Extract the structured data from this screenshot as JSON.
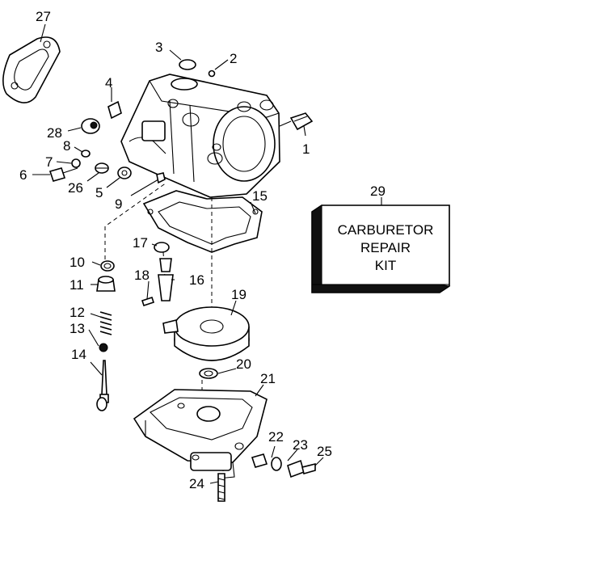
{
  "callouts": {
    "n1": "1",
    "n2": "2",
    "n3": "3",
    "n4": "4",
    "n5": "5",
    "n6": "6",
    "n7": "7",
    "n8": "8",
    "n9": "9",
    "n10": "10",
    "n11": "11",
    "n12": "12",
    "n13": "13",
    "n14": "14",
    "n15": "15",
    "n16": "16",
    "n17": "17",
    "n18": "18",
    "n19": "19",
    "n20": "20",
    "n21": "21",
    "n22": "22",
    "n23": "23",
    "n24": "24",
    "n25": "25",
    "n26": "26",
    "n27": "27",
    "n28": "28",
    "n29": "29"
  },
  "repair_kit": {
    "line1": "CARBURETOR",
    "line2": "REPAIR",
    "line3": "KIT"
  }
}
